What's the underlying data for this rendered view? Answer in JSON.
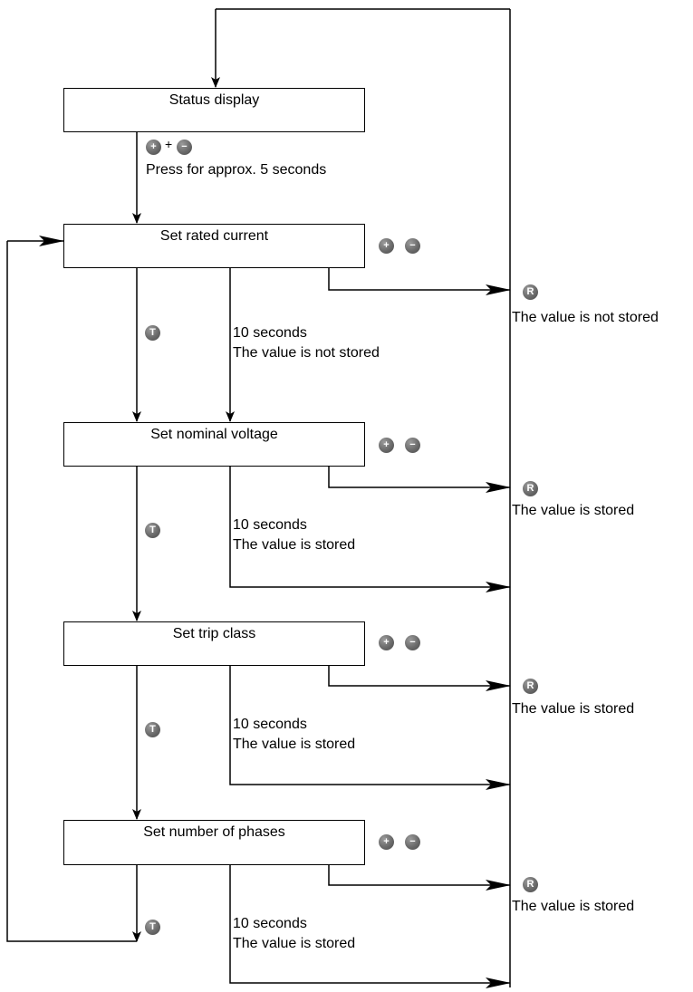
{
  "steps": [
    {
      "label": "Status display"
    },
    {
      "label": "Set rated current"
    },
    {
      "label": "Set nominal voltage"
    },
    {
      "label": "Set trip class"
    },
    {
      "label": "Set number of phases"
    }
  ],
  "entry": {
    "plus_sign": "+",
    "text": "Press for approx. 5 seconds"
  },
  "timeouts": [
    {
      "line1": "10 seconds",
      "line2": "The value is not stored"
    },
    {
      "line1": "10 seconds",
      "line2": "The value is stored"
    },
    {
      "line1": "10 seconds",
      "line2": "The value is stored"
    },
    {
      "line1": "10 seconds",
      "line2": "The value is stored"
    }
  ],
  "reset_outcomes": [
    {
      "text": "The value is not stored"
    },
    {
      "text": "The value is stored"
    },
    {
      "text": "The value is stored"
    },
    {
      "text": "The value is stored"
    }
  ],
  "icons": {
    "plus": {
      "glyph": "+",
      "name": "plus-button-icon"
    },
    "minus": {
      "glyph": "−",
      "name": "minus-button-icon"
    },
    "test": {
      "glyph": "T",
      "name": "test-button-icon"
    },
    "reset": {
      "glyph": "R",
      "name": "reset-button-icon"
    }
  },
  "colors": {
    "line": "#000000",
    "icon": "#6a6a6a"
  }
}
